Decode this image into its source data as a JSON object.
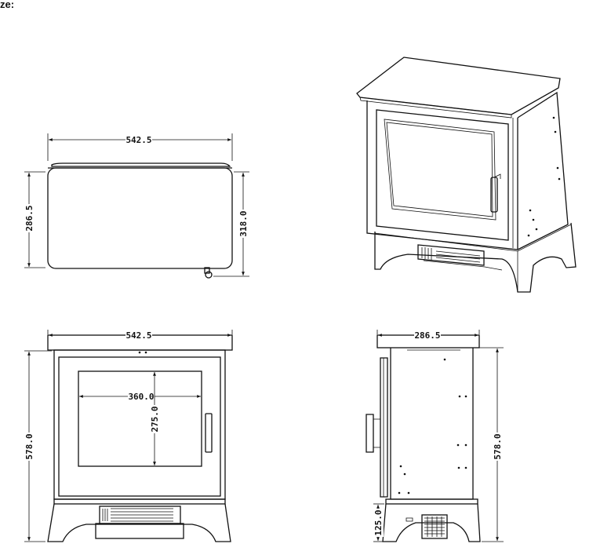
{
  "caption": "ze:",
  "dimensions": {
    "top_width": "542.5",
    "top_depth": "286.5",
    "top_overall_depth": "318.0",
    "front_width": "542.5",
    "front_window_width": "360.0",
    "front_window_height": "275.0",
    "front_height": "578.0",
    "side_depth": "286.5",
    "side_height": "578.0",
    "side_leg_height": "125.0"
  }
}
